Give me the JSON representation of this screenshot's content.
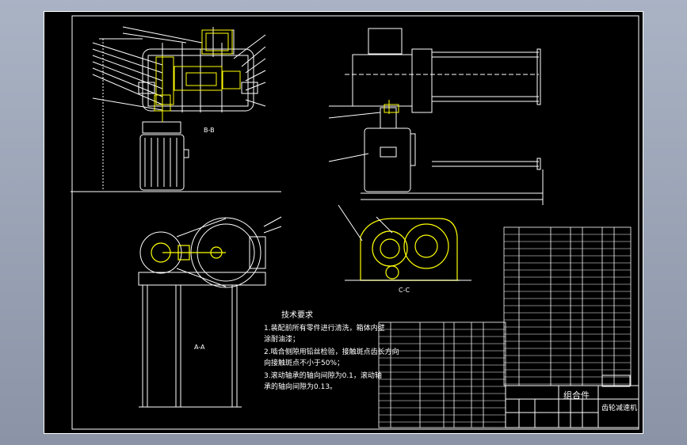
{
  "section_labels": {
    "bb": "B-B",
    "cc": "C-C",
    "aa": "A-A"
  },
  "tech_requirements": {
    "title": "技术要求",
    "items": [
      "1.装配前所有零件进行清洗，箱体内壁",
      "涂耐油漆；",
      "2.啮合侧隙用铅丝检验，接触斑点齿长方向",
      "向接触斑点不小于50%；",
      "3.滚动轴承的轴向间隙为0.1，滚动轴",
      "承的轴向间隙为0.13。"
    ]
  },
  "title_block": {
    "assembly": "组合件",
    "name": "齿轮减速机"
  },
  "colors": {
    "background": "#000000",
    "line": "#ffffff",
    "highlight": "#ffff00",
    "frame_bg": "#9aa4b6"
  }
}
